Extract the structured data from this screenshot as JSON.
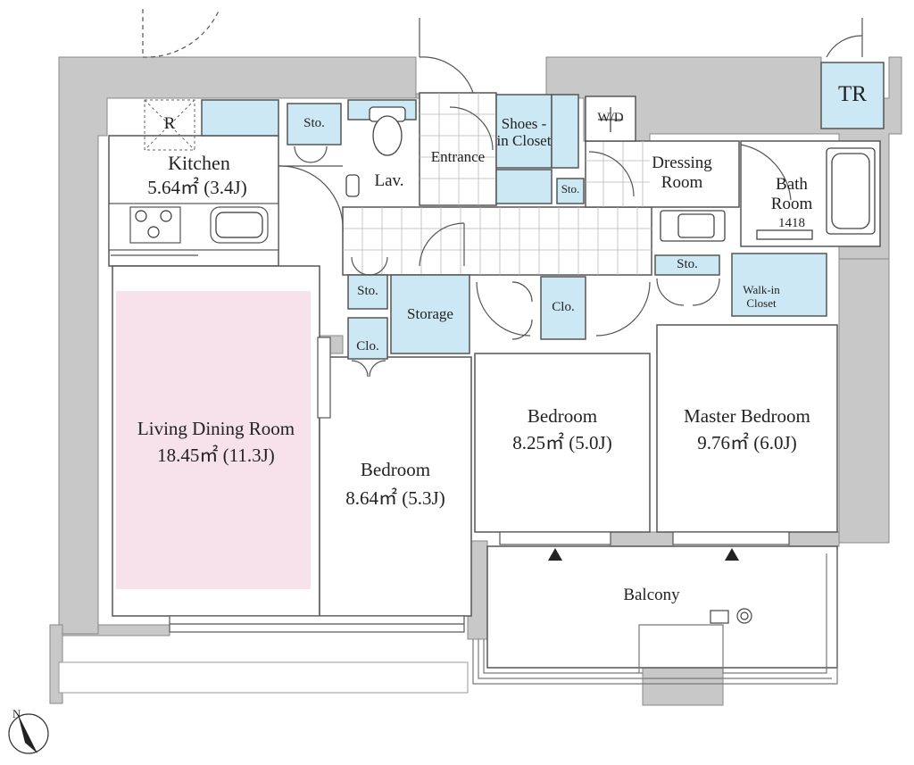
{
  "rooms": {
    "kitchen": {
      "name": "Kitchen",
      "area": "5.64㎡ (3.4J)"
    },
    "living": {
      "name": "Living Dining Room",
      "area": "18.45㎡ (11.3J)"
    },
    "bedroom_west": {
      "name": "Bedroom",
      "area": "8.64㎡ (5.3J)"
    },
    "bedroom_center": {
      "name": "Bedroom",
      "area": "8.25㎡ (5.0J)"
    },
    "master": {
      "name": "Master Bedroom",
      "area": "9.76㎡ (6.0J)"
    },
    "balcony": {
      "name": "Balcony"
    },
    "entrance": {
      "name": "Entrance"
    },
    "dressing": {
      "name": "Dressing Room"
    },
    "bath": {
      "name": "Bath Room",
      "code": "1418"
    },
    "storage": {
      "name": "Storage"
    },
    "lav": {
      "name": "Lav."
    },
    "shoes": {
      "name": "Shoes -in Closet"
    },
    "walkin": {
      "name": "Walk-in Closet"
    },
    "tr": {
      "name": "TR"
    },
    "wd": {
      "name": "W/D"
    },
    "fridge": {
      "name": "R"
    }
  },
  "small": {
    "sto": "Sto.",
    "clo": "Clo."
  },
  "colors": {
    "wall": "#c8c8c8",
    "storage_fill": "#cde8f5",
    "living_fill": "#f7e1ea",
    "line": "#555555"
  },
  "icons": [
    "north-compass-icon",
    "stove-icon",
    "sink-icon",
    "toilet-icon",
    "bathtub-icon",
    "washer-drain-icon",
    "balcony-outlet-icon"
  ]
}
